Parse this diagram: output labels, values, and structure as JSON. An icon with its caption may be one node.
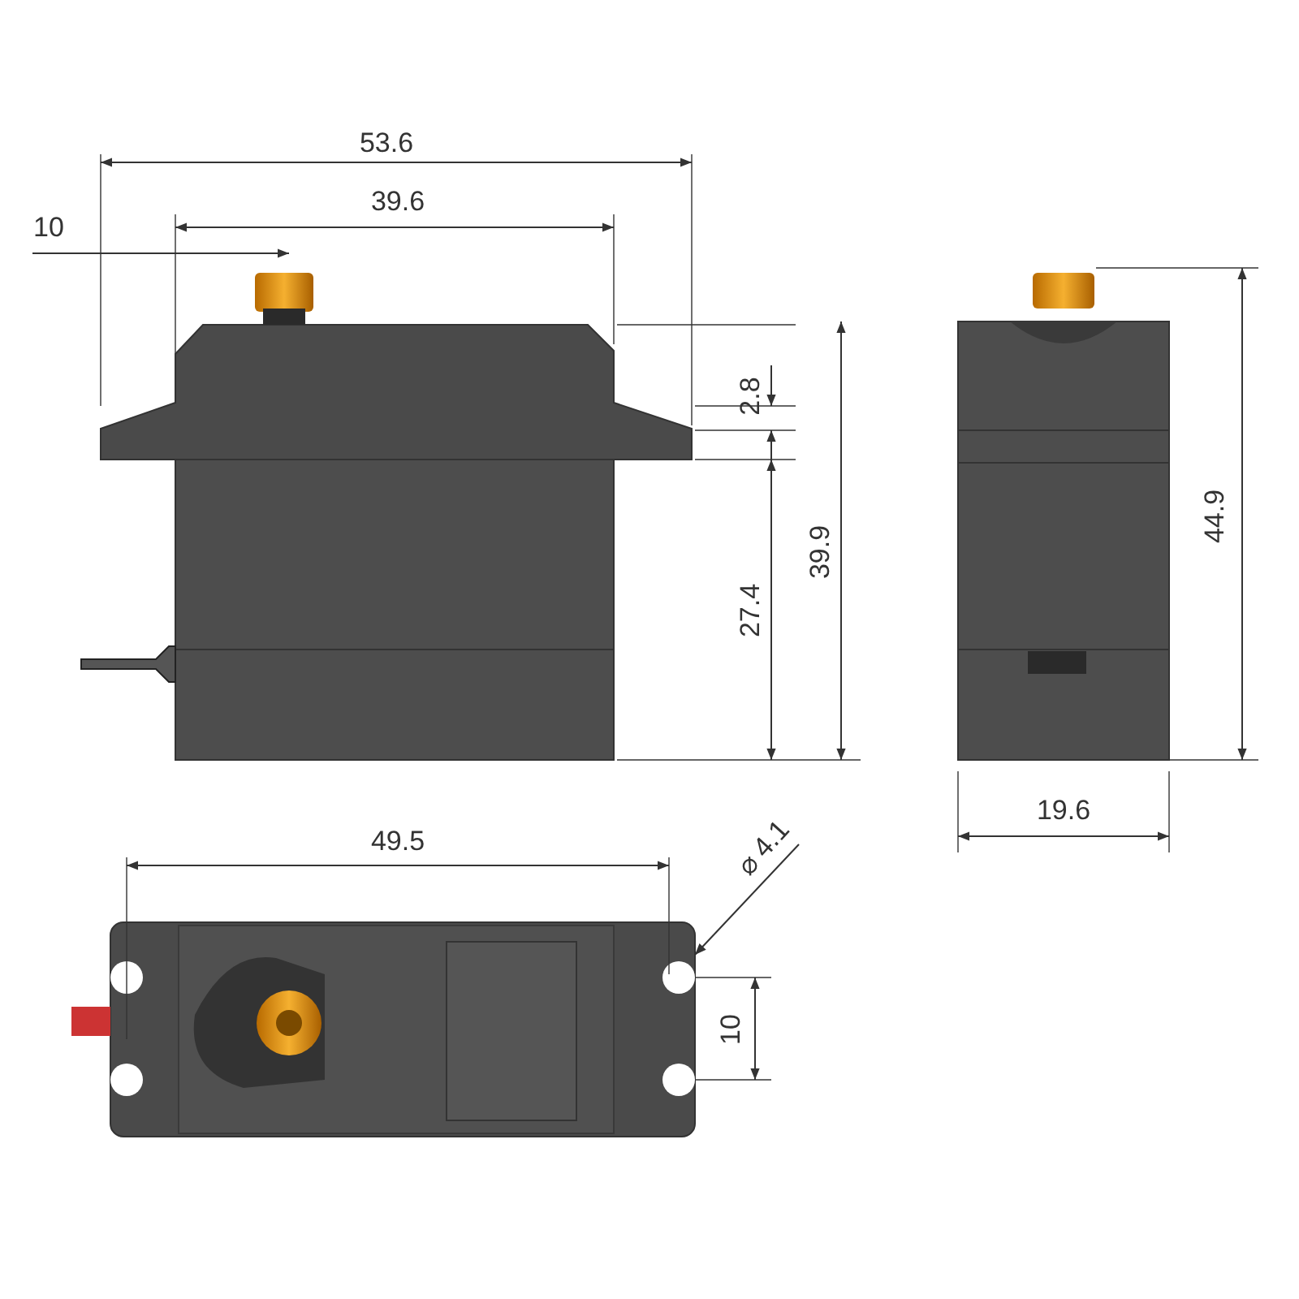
{
  "diagram": {
    "labels": [
      "53.6",
      "10",
      "39.6",
      "2.8",
      "39.9",
      "27.4",
      "44.9",
      "19.6",
      "49.5",
      "⌀ 4.1",
      "10"
    ]
  }
}
